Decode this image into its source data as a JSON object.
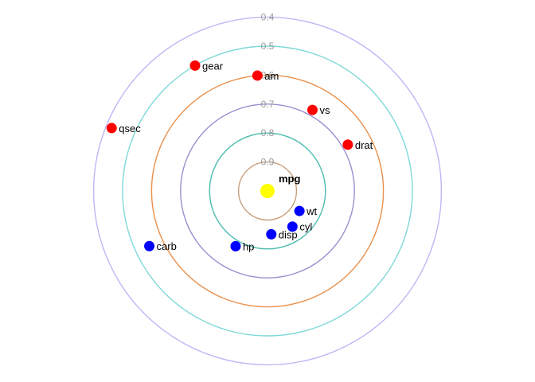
{
  "chart_data": {
    "type": "scatter",
    "title": "",
    "subtitle": "",
    "xlabel": "",
    "ylabel": "",
    "description_free": true,
    "center": {
      "label": "mpg",
      "color": "#ffff00"
    },
    "rings": [
      {
        "value": 0.9,
        "label": "0.9",
        "color": "#c8a07e"
      },
      {
        "value": 0.8,
        "label": "0.8",
        "color": "#4cbcb0"
      },
      {
        "value": 0.7,
        "label": "0.7",
        "color": "#9f8dcf"
      },
      {
        "value": 0.6,
        "label": "0.6",
        "color": "#e8904c"
      },
      {
        "value": 0.5,
        "label": "0.5",
        "color": "#7fd8d8"
      },
      {
        "value": 0.4,
        "label": "0.4",
        "color": "#c2b5f5"
      }
    ],
    "series": [
      {
        "name": "",
        "color": "#ff0000",
        "points": [
          {
            "label": "am",
            "r": 0.6,
            "angle_deg": 95
          },
          {
            "label": "gear",
            "r": 0.5,
            "angle_deg": 120
          },
          {
            "label": "vs",
            "r": 0.68,
            "angle_deg": 61
          },
          {
            "label": "drat",
            "r": 0.68,
            "angle_deg": 30
          },
          {
            "label": "qsec",
            "r": 0.42,
            "angle_deg": 158
          }
        ]
      },
      {
        "name": "",
        "color": "#0000ff",
        "points": [
          {
            "label": "wt",
            "r": 0.87,
            "angle_deg": -32
          },
          {
            "label": "cyl",
            "r": 0.85,
            "angle_deg": -55
          },
          {
            "label": "disp",
            "r": 0.85,
            "angle_deg": -85
          },
          {
            "label": "hp",
            "r": 0.78,
            "angle_deg": -120
          },
          {
            "label": "carb",
            "r": 0.55,
            "angle_deg": -155
          }
        ]
      }
    ]
  }
}
